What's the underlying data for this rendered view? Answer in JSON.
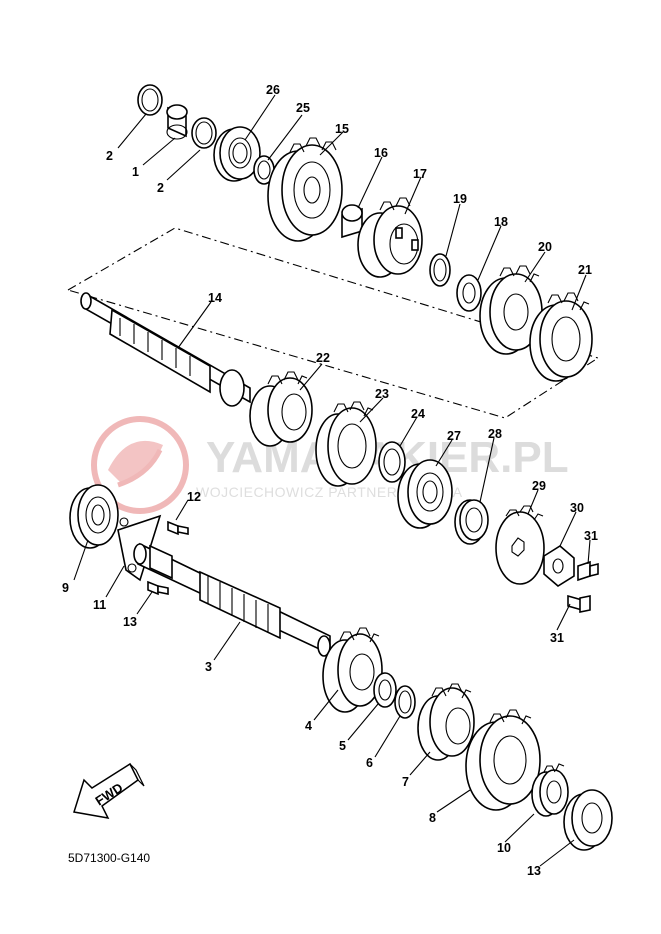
{
  "watermark": {
    "brand": "YAMAHAKIER.PL",
    "tagline": "WOJCIECHOWICZ PARTNER YAMAHA",
    "logo_color": "#e8a0a0"
  },
  "diagram_code": "5D71300-G140",
  "fwd_label": "FWD",
  "callouts": [
    "1",
    "2",
    "2",
    "3",
    "4",
    "5",
    "6",
    "7",
    "8",
    "9",
    "10",
    "11",
    "12",
    "13",
    "13",
    "14",
    "15",
    "16",
    "17",
    "18",
    "19",
    "20",
    "21",
    "22",
    "23",
    "24",
    "25",
    "26",
    "27",
    "28",
    "29",
    "30",
    "31",
    "31"
  ]
}
